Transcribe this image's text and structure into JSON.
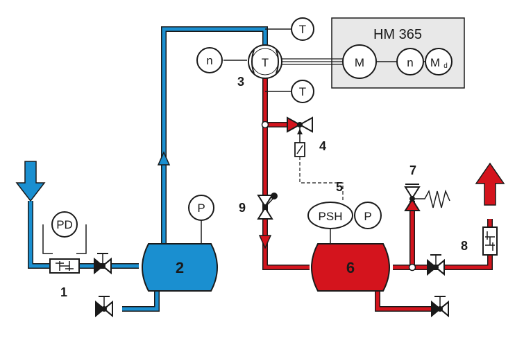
{
  "system_box": {
    "title": "HM 365"
  },
  "instruments": {
    "temp_upper": "T",
    "temp_lower": "T",
    "turbine": "T",
    "speed_turbine": "n",
    "motor": "M",
    "speed_motor": "n",
    "torque": "M",
    "torque_sub": "d",
    "diff_pressure": "PD",
    "pressure_tank2": "P",
    "pressure_switch": "PSH",
    "pressure_tank6": "P"
  },
  "labels": {
    "l1": "1",
    "l2": "2",
    "l3": "3",
    "l4": "4",
    "l5": "5",
    "l6": "6",
    "l7": "7",
    "l8": "8",
    "l9": "9"
  },
  "colors": {
    "cold": "#1a8fd0",
    "hot": "#d4141d",
    "box": "#e8e8e8",
    "line": "#1a1a1a"
  }
}
